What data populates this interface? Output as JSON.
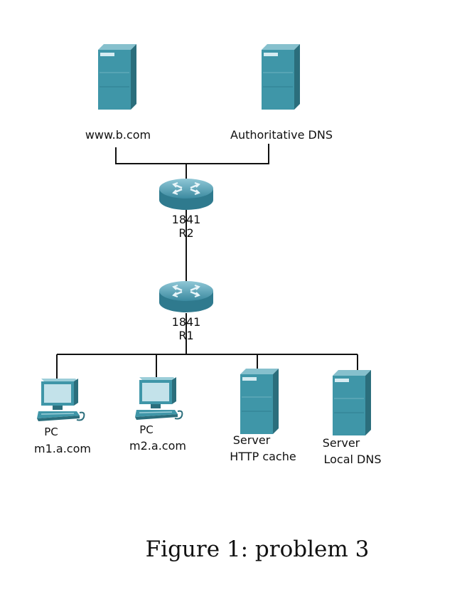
{
  "top_servers": [
    {
      "label": "www.b.com",
      "icon": "server-icon"
    },
    {
      "label": "Authoritative DNS",
      "icon": "server-icon"
    }
  ],
  "routers": [
    {
      "model": "1841",
      "name": "R2",
      "icon": "router-icon"
    },
    {
      "model": "1841",
      "name": "R1",
      "icon": "router-icon"
    }
  ],
  "bottom_devices": [
    {
      "type": "PC",
      "label": "m1.a.com",
      "icon": "pc-icon"
    },
    {
      "type": "PC",
      "label": "m2.a.com",
      "icon": "pc-icon"
    },
    {
      "type": "Server",
      "label": "HTTP cache",
      "icon": "server-icon"
    },
    {
      "type": "Server",
      "label": "Local DNS",
      "icon": "server-icon"
    }
  ],
  "caption": "Figure 1:  problem 3",
  "colors": {
    "device_face": "#3f96a8",
    "device_side": "#2a6f7e",
    "device_top": "#7ab8c6",
    "router_body": "#4a9db3",
    "screen": "#b9dbe6",
    "wire": "#111111"
  }
}
